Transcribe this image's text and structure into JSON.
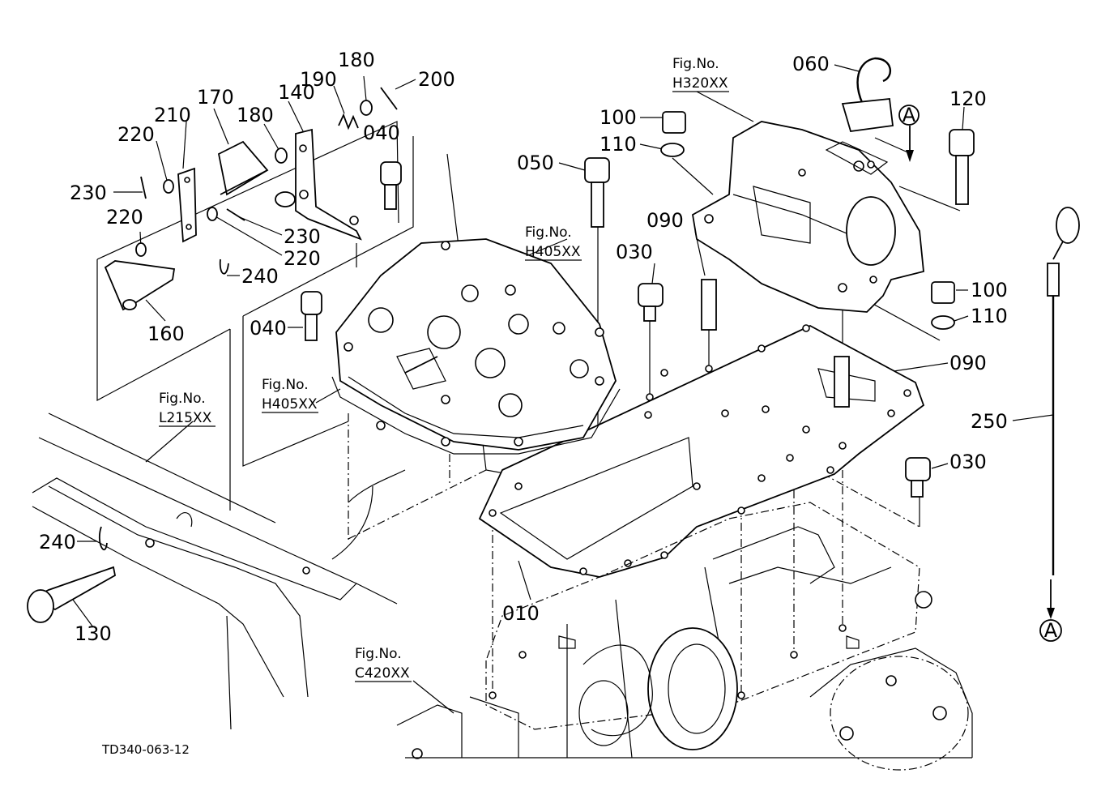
{
  "labels": {
    "p230a": "230",
    "p220a": "220",
    "p210": "210",
    "p170": "170",
    "p180a": "180",
    "p140": "140",
    "p190": "190",
    "p180b": "180",
    "p200": "200",
    "p040a": "040",
    "p220b": "220",
    "p230b": "230",
    "p220c": "220",
    "p240a": "240",
    "p160": "160",
    "p040b": "040",
    "p050": "050",
    "p100a": "100",
    "p110a": "110",
    "p060": "060",
    "p120": "120",
    "p090a": "090",
    "p030a": "030",
    "p100b": "100",
    "p110b": "110",
    "p090b": "090",
    "p250": "250",
    "p030b": "030",
    "p010": "010",
    "p240b": "240",
    "p130": "130"
  },
  "fig_refs": {
    "f_h320_t": "Fig.No.",
    "f_h320_n": "H320XX",
    "f_h405a_t": "Fig.No.",
    "f_h405a_n": "H405XX",
    "f_h405b_t": "Fig.No.",
    "f_h405b_n": "H405XX",
    "f_l215_t": "Fig.No.",
    "f_l215_n": "L215XX",
    "f_c420_t": "Fig.No.",
    "f_c420_n": "C420XX"
  },
  "markers": {
    "a_top": "A",
    "a_bottom": "A"
  },
  "drawing_code": "TD340-063-12"
}
